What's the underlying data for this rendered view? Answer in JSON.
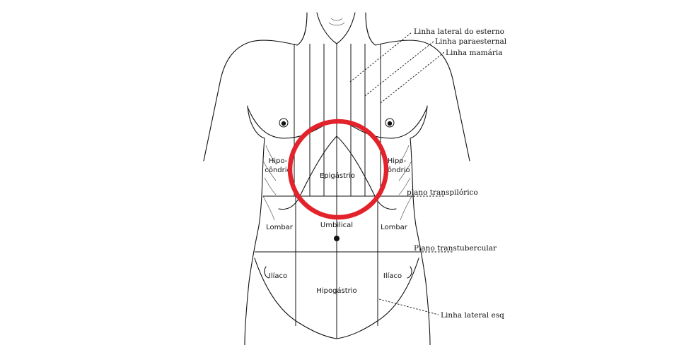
{
  "diagram": {
    "regions": {
      "hypochondrium_left": [
        "Hipo-",
        "côndrio"
      ],
      "hypochondrium_right": [
        "Hipo-",
        "côndrio"
      ],
      "epigastrium": "Epigástrio",
      "lumbar_left": "Lombar",
      "umbilical": "Umbilical",
      "lumbar_right": "Lombar",
      "iliac_left": "Ilíaco",
      "hypogastrium": "Hipogástrio",
      "iliac_right": "Ilíaco"
    },
    "callouts": {
      "lateral_sternal_line": "Linha lateral do esterno",
      "parasternal_line": "Linha paraesternal",
      "mammary_line": "Linha mamária",
      "transpyloric_plane": "plano transpilórico",
      "transtubercular_plane": "Plano transtubercular",
      "left_lateral_line": "Linha lateral esq"
    },
    "highlight": {
      "color": "#e3232b",
      "target": "Epigástrio"
    },
    "line_color": "#111111"
  }
}
